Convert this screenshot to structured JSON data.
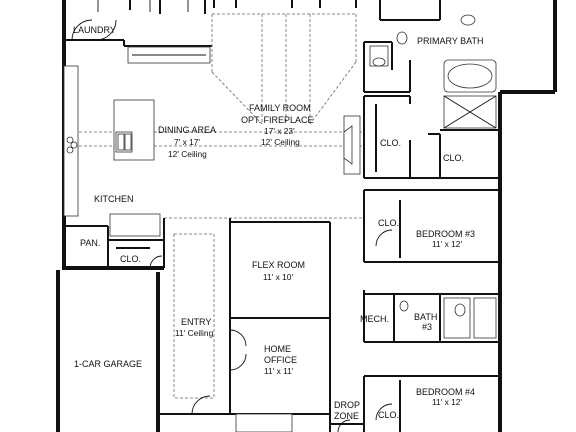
{
  "rooms": {
    "laundry": "LAUNDRY",
    "primary_bath": "PRIMARY BATH",
    "family_room": "FAMILY ROOM",
    "opt_fireplace": "OPT. FIREPLACE",
    "family_size": "17' x 23'",
    "family_ceiling": "12' Ceiling",
    "dining_area": "DINING AREA",
    "dining_size": "7' x 17'",
    "dining_ceiling": "12' Ceiling",
    "kitchen": "KITCHEN",
    "clo_primary_1": "CLO.",
    "clo_primary_2": "CLO.",
    "bedroom3": "BEDROOM #3",
    "bedroom3_size": "11' x 12'",
    "clo_bed3": "CLO.",
    "pan": "PAN.",
    "clo_entry": "CLO.",
    "flex_room": "FLEX ROOM",
    "flex_size": "11' x 10'",
    "entry": "ENTRY",
    "entry_ceiling": "11' Ceiling",
    "home_office": "HOME",
    "home_office_2": "OFFICE",
    "office_size": "11' x 11'",
    "mech": "MECH.",
    "bath3": "BATH",
    "bath3_num": "#3",
    "garage": "1-CAR GARAGE",
    "drop_zone": "DROP",
    "drop_zone_2": "ZONE",
    "bedroom4": "BEDROOM #4",
    "bedroom4_size": "11' x 12'",
    "clo_bed4": "CLO."
  }
}
